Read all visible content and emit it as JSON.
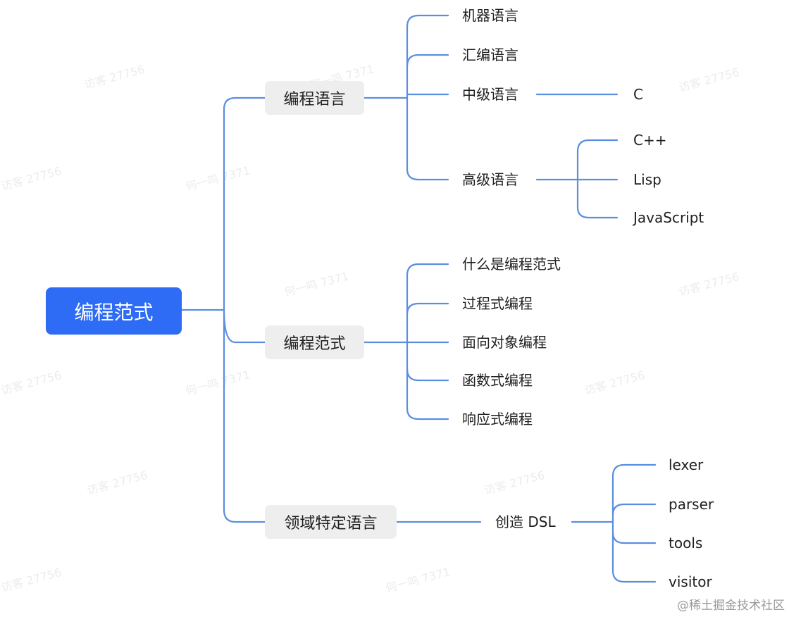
{
  "root": {
    "label": "编程范式"
  },
  "branches": {
    "languages": {
      "label": "编程语言",
      "children": {
        "machine": "机器语言",
        "assembly": "汇编语言",
        "middle": {
          "label": "中级语言",
          "children": [
            "C"
          ]
        },
        "high": {
          "label": "高级语言",
          "children": [
            "C++",
            "Lisp",
            "JavaScript"
          ]
        }
      }
    },
    "paradigms": {
      "label": "编程范式",
      "children": [
        "什么是编程范式",
        "过程式编程",
        "面向对象编程",
        "函数式编程",
        "响应式编程"
      ]
    },
    "dsl": {
      "label": "领域特定语言",
      "create": {
        "label": "创造 DSL",
        "children": [
          "lexer",
          "parser",
          "tools",
          "visitor"
        ]
      }
    }
  },
  "watermark": {
    "a": "访客 27756",
    "b": "何一鸣 7371"
  },
  "credit": "@稀土掘金技术社区",
  "colors": {
    "line": "#5b8ee0",
    "root_bg": "#2e6cf5",
    "node_bg": "#eeeeee"
  }
}
